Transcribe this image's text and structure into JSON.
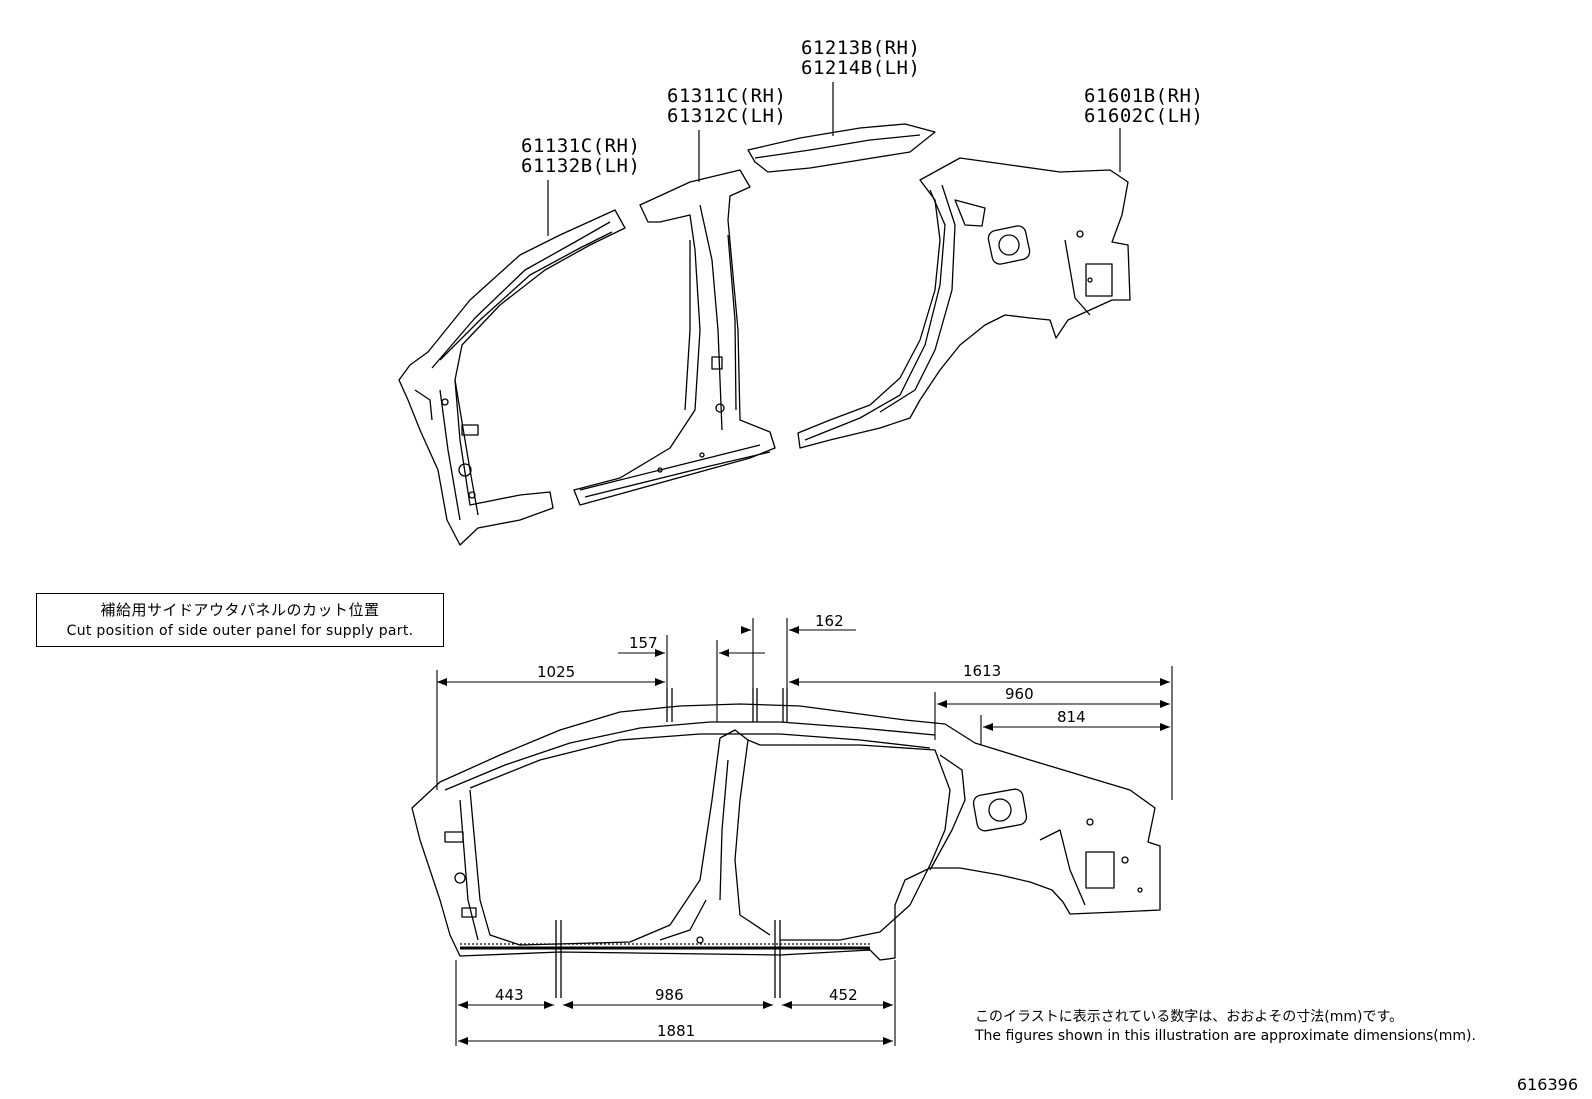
{
  "part_labels": {
    "a_pillar": {
      "rh": "61131C(RH)",
      "lh": "61132B(LH)"
    },
    "b_pillar": {
      "rh": "61311C(RH)",
      "lh": "61312C(LH)"
    },
    "roof_side": {
      "rh": "61213B(RH)",
      "lh": "61214B(LH)"
    },
    "quarter_panel": {
      "rh": "61601B(RH)",
      "lh": "61602C(LH)"
    }
  },
  "cut_note": {
    "japanese": "補給用サイドアウタパネルのカット位置",
    "english": "Cut position of side outer panel for supply part."
  },
  "dimensions": {
    "top": [
      "1025",
      "157",
      "162",
      "1613",
      "960",
      "814"
    ],
    "bottom": [
      "443",
      "986",
      "452",
      "1881"
    ]
  },
  "footnote": {
    "japanese": "このイラストに表示されている数字は、おおよその寸法(mm)です。",
    "english": "The figures shown in this illustration are approximate dimensions(mm)."
  },
  "document_number": "616396"
}
